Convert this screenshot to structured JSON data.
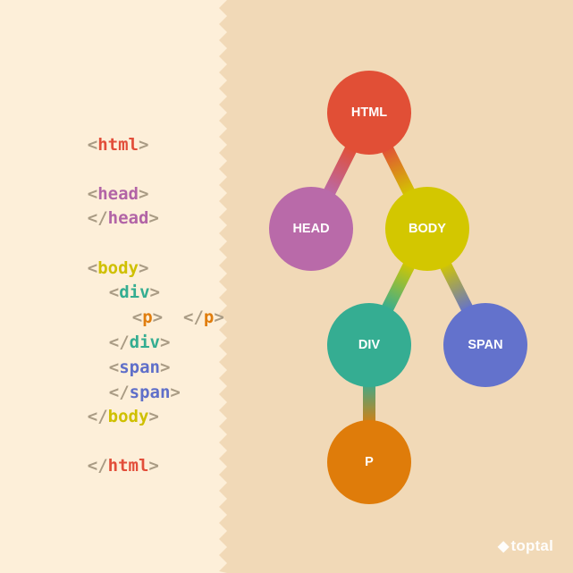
{
  "code": {
    "html_open": {
      "tag": "html"
    },
    "head_open": {
      "tag": "head"
    },
    "head_close": {
      "tag": "head"
    },
    "body_open": {
      "tag": "body"
    },
    "div_open": {
      "tag": "div"
    },
    "p_open": {
      "tag": "p"
    },
    "p_close": {
      "tag": "p"
    },
    "div_close": {
      "tag": "div"
    },
    "span_open": {
      "tag": "span"
    },
    "span_close": {
      "tag": "span"
    },
    "body_close": {
      "tag": "body"
    },
    "html_close": {
      "tag": "html"
    },
    "syntax": {
      "lt": "<",
      "gt": ">",
      "lt_slash": "</"
    }
  },
  "tree": {
    "nodes": {
      "html": {
        "label": "HTML",
        "color": "#e14f36"
      },
      "head": {
        "label": "HEAD",
        "color": "#b96aa9"
      },
      "body": {
        "label": "BODY",
        "color": "#d3c700"
      },
      "div": {
        "label": "DIV",
        "color": "#35ad92"
      },
      "span": {
        "label": "SPAN",
        "color": "#6372cc"
      },
      "p": {
        "label": "P",
        "color": "#df7c0a"
      }
    },
    "edges": [
      {
        "from": "html",
        "to": "head"
      },
      {
        "from": "html",
        "to": "body"
      },
      {
        "from": "body",
        "to": "div"
      },
      {
        "from": "body",
        "to": "span"
      },
      {
        "from": "div",
        "to": "p"
      }
    ]
  },
  "colors": {
    "left_panel": "#fdefd9",
    "right_panel": "#f1d9b7",
    "bracket": "#a99b84"
  },
  "logo": {
    "text": "toptal",
    "icon": "toptal-mark-icon"
  }
}
